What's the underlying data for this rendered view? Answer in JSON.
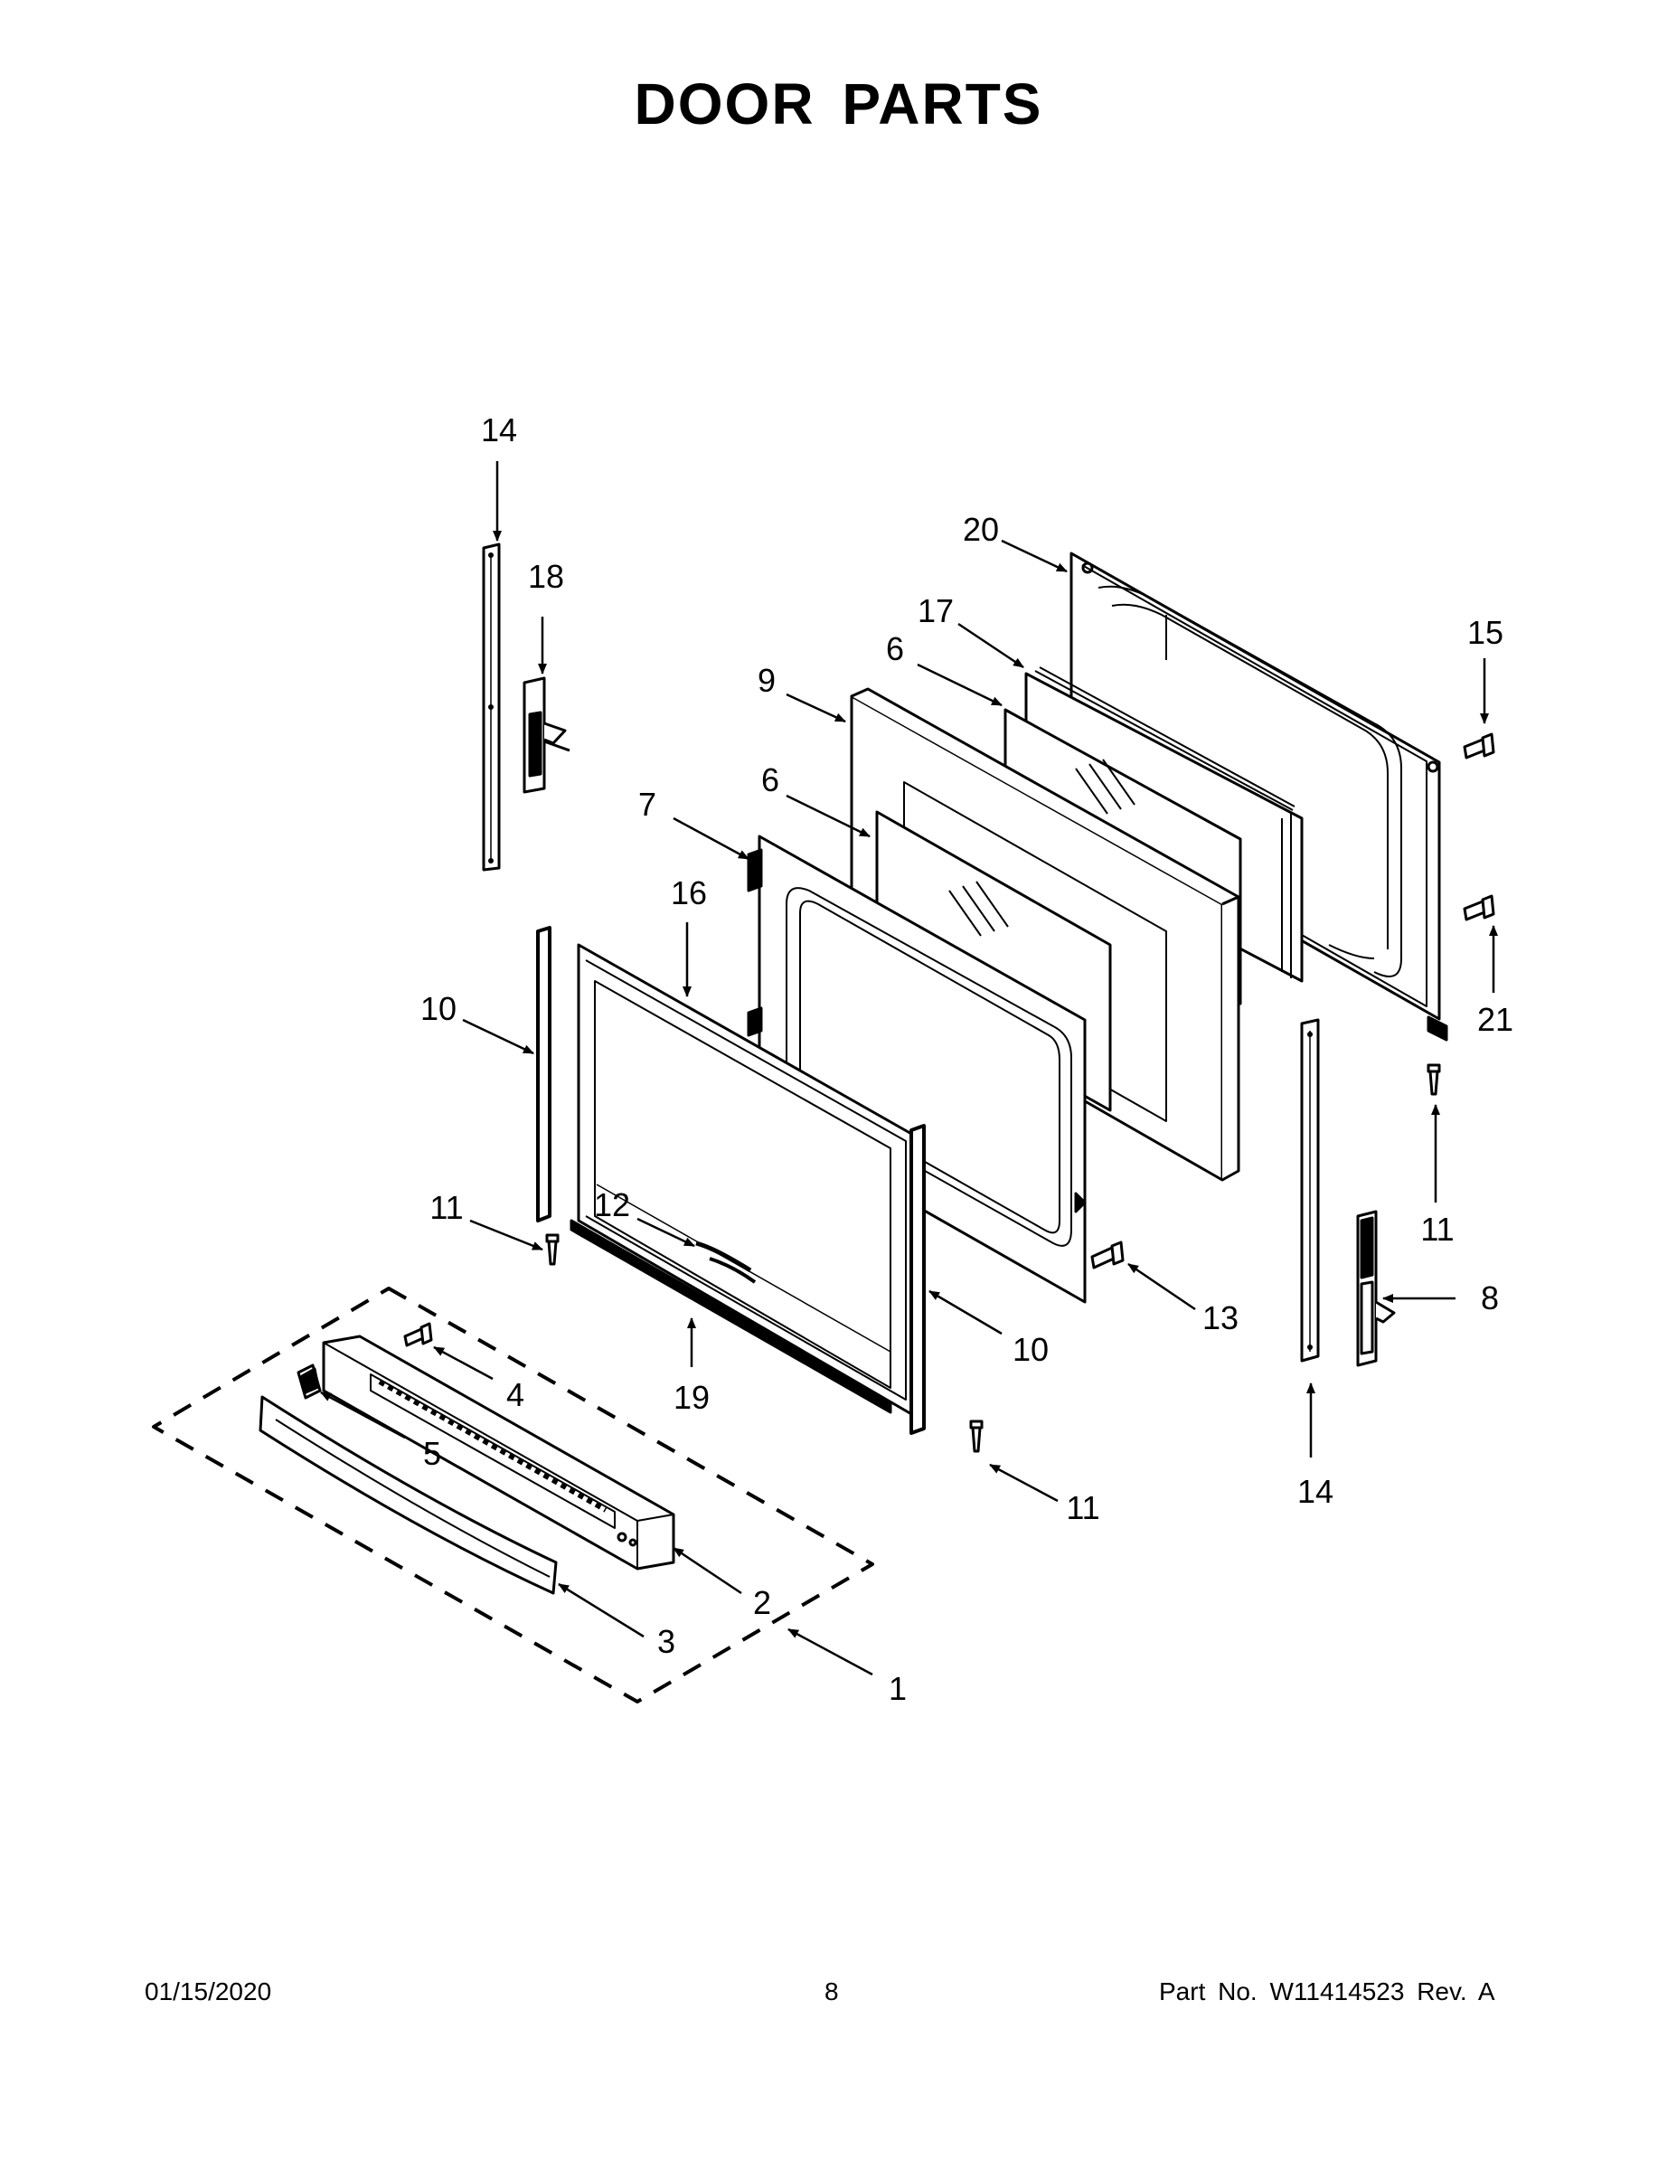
{
  "title": "DOOR PARTS",
  "callouts": {
    "c1": "1",
    "c2": "2",
    "c3": "3",
    "c4": "4",
    "c5": "5",
    "c6a": "6",
    "c6b": "6",
    "c7": "7",
    "c8": "8",
    "c9": "9",
    "c10a": "10",
    "c10b": "10",
    "c11a": "11",
    "c11b": "11",
    "c11c": "11",
    "c12": "12",
    "c13": "13",
    "c14a": "14",
    "c14b": "14",
    "c15": "15",
    "c16": "16",
    "c17": "17",
    "c18": "18",
    "c19": "19",
    "c20": "20",
    "c21": "21"
  },
  "footer": {
    "date": "01/15/2020",
    "page": "8",
    "part_no": "Part No.  W11414523  Rev.  A"
  }
}
